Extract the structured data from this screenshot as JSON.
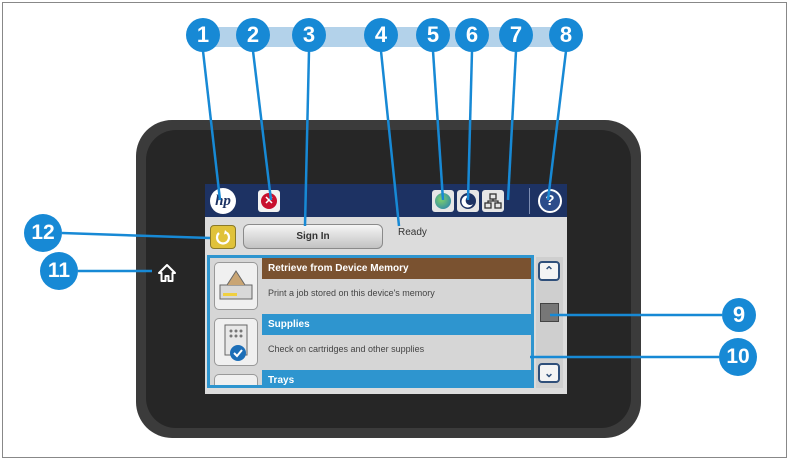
{
  "screen": {
    "logo": "hp",
    "sign_in_label": "Sign In",
    "status_text": "Ready",
    "help_glyph": "?",
    "stop_glyph": "✕",
    "list_items": [
      {
        "title": "Retrieve from Device Memory",
        "description": "Print a job stored on this device's memory",
        "title_color": "#7a5230"
      },
      {
        "title": "Supplies",
        "description": "Check on cartridges and other supplies",
        "title_color": "#2e95cf"
      },
      {
        "title": "Trays",
        "description": "",
        "title_color": "#2e95cf"
      }
    ],
    "scroll_up_glyph": "⌃",
    "scroll_down_glyph": "⌄"
  },
  "callouts": [
    "1",
    "2",
    "3",
    "4",
    "5",
    "6",
    "7",
    "8",
    "9",
    "10",
    "11",
    "12"
  ],
  "colors": {
    "callout": "#1789d5",
    "header": "#1d3263",
    "selection": "#2e95cf"
  },
  "icons": [
    "hp-logo-icon",
    "stop-icon",
    "network-globe-icon",
    "sleep-icon",
    "ethernet-icon",
    "help-icon",
    "reset-icon",
    "home-icon",
    "scroll-up-icon",
    "scroll-down-icon"
  ]
}
